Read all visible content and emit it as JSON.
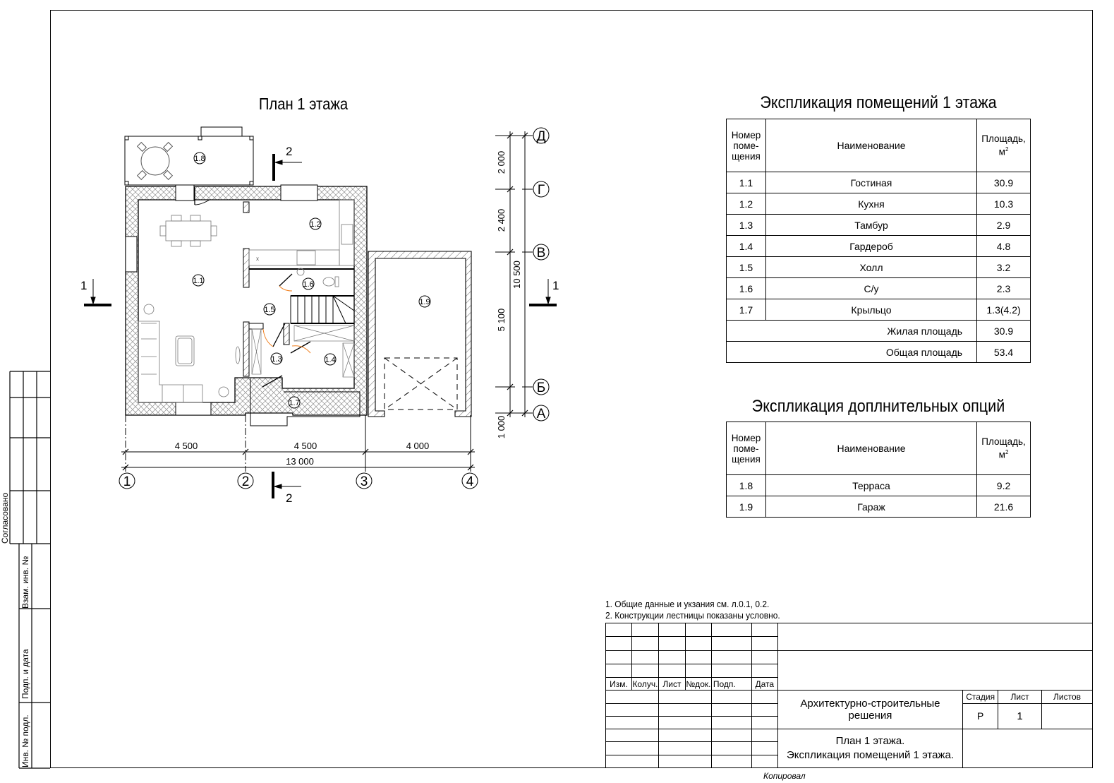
{
  "plan": {
    "title": "План 1 этажа",
    "room_tags": [
      "1.1",
      "1.2",
      "1.3",
      "1.4",
      "1.5",
      "1.6",
      "1.7",
      "1.8",
      "1.9"
    ],
    "axes_horizontal": [
      "1",
      "2",
      "3",
      "4"
    ],
    "axes_vertical": [
      "Д",
      "Г",
      "В",
      "Б",
      "А"
    ],
    "dims_horizontal": [
      "4 500",
      "4 500",
      "4 000"
    ],
    "dim_total_horizontal": "13 000",
    "dims_vertical": [
      "2 000",
      "2 400",
      "5 100",
      "1 000"
    ],
    "dim_total_vertical": "10 500",
    "section_marks": {
      "s1": "1",
      "s2": "2"
    },
    "colors": {
      "door_swing": "#f08020",
      "hatch": "#909090",
      "line": "#000000"
    }
  },
  "explication_main": {
    "title": "Экспликация помещений 1 этажа",
    "headers": {
      "num": "Номер поме- щения",
      "name": "Наименование",
      "area": "Площадь, м²"
    },
    "header_lines": {
      "num": [
        "Номер",
        "поме-",
        "щения"
      ],
      "area_1": "Площадь,",
      "area_2": "м",
      "area_sup": "2"
    },
    "rows": [
      {
        "num": "1.1",
        "name": "Гостиная",
        "area": "30.9"
      },
      {
        "num": "1.2",
        "name": "Кухня",
        "area": "10.3"
      },
      {
        "num": "1.3",
        "name": "Тамбур",
        "area": "2.9"
      },
      {
        "num": "1.4",
        "name": "Гардероб",
        "area": "4.8"
      },
      {
        "num": "1.5",
        "name": "Холл",
        "area": "3.2"
      },
      {
        "num": "1.6",
        "name": "С/у",
        "area": "2.3"
      },
      {
        "num": "1.7",
        "name": "Крыльцо",
        "area": "1.3(4.2)"
      }
    ],
    "totals": [
      {
        "label": "Жилая площадь",
        "area": "30.9"
      },
      {
        "label": "Общая площадь",
        "area": "53.4"
      }
    ]
  },
  "explication_extra": {
    "title": "Экспликация доплнительных  опций",
    "rows": [
      {
        "num": "1.8",
        "name": "Терраса",
        "area": "9.2"
      },
      {
        "num": "1.9",
        "name": "Гараж",
        "area": "21.6"
      }
    ]
  },
  "notes": [
    "1. Общие данные и укзания см. л.0.1, 0.2.",
    "2. Конструкции лестницы показаны условно."
  ],
  "stamp": {
    "columns": [
      "Изм.",
      "Колуч.",
      "Лист",
      "№док.",
      "Подп.",
      "Дата"
    ],
    "project": "Архитектурно-строительные решения",
    "stage_label": "Стадия",
    "sheet_label": "Лист",
    "sheets_label": "Листов",
    "stage": "Р",
    "sheet": "1",
    "sheets": "",
    "drawing_title_1": "План 1 этажа.",
    "drawing_title_2": "Экспликация помещений 1 этажа."
  },
  "side_stamp": {
    "agreed": "Согласовано",
    "replace_inv": "Взам. инв. №",
    "sign_date": "Подп. и дата",
    "inv_orig": "Инв. № подл."
  },
  "copied": "Копировал"
}
